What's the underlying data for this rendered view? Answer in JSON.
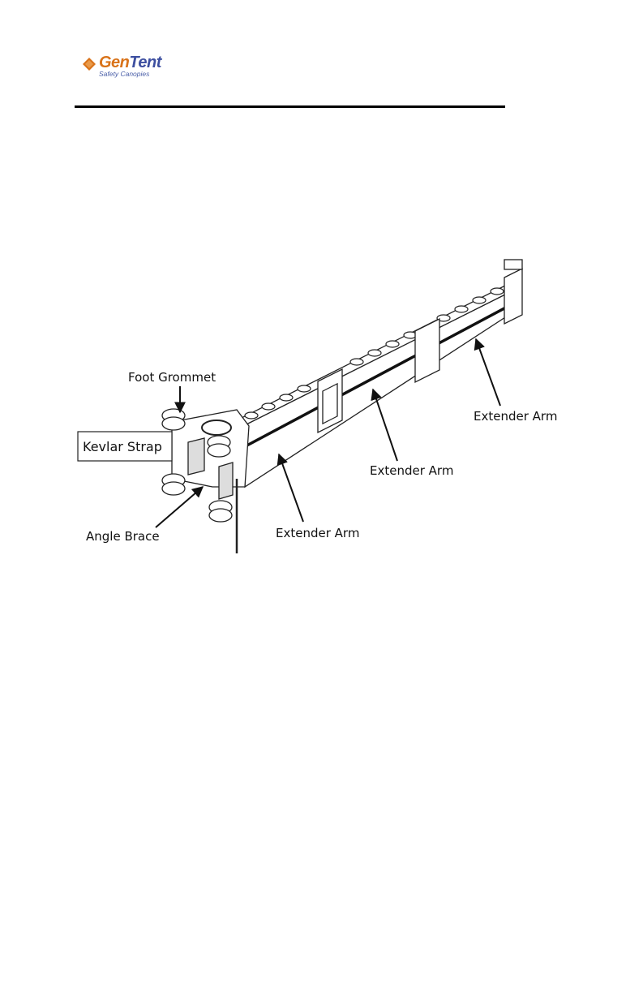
{
  "logo": {
    "brand_prefix": "Gen",
    "brand_suffix": "Tent",
    "tagline": "Safety Canopies",
    "colors": {
      "prefix": "#d9731a",
      "suffix": "#3d4fa0",
      "mark": "#d9731a"
    }
  },
  "diagram": {
    "labels": {
      "foot_grommet": "Foot Grommet",
      "kevlar_strap": "Kevlar Strap",
      "angle_brace": "Angle Brace",
      "extender_arm_1": "Extender Arm",
      "extender_arm_2": "Extender Arm",
      "extender_arm_3": "Extender Arm"
    }
  }
}
